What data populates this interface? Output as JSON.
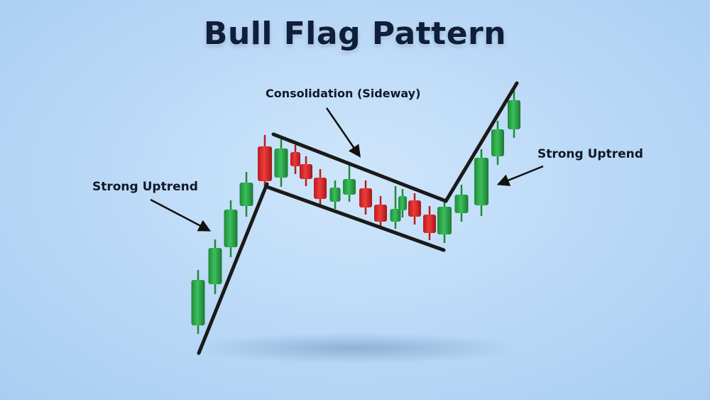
{
  "title": "Bull Flag Pattern",
  "labels": {
    "left_uptrend": "Strong Uptrend",
    "consolidation": "Consolidation (Sideway)",
    "right_uptrend": "Strong Uptrend"
  },
  "colors": {
    "bullish": "#2fa84f",
    "bearish": "#e03131",
    "line": "#1a1a1a"
  }
}
